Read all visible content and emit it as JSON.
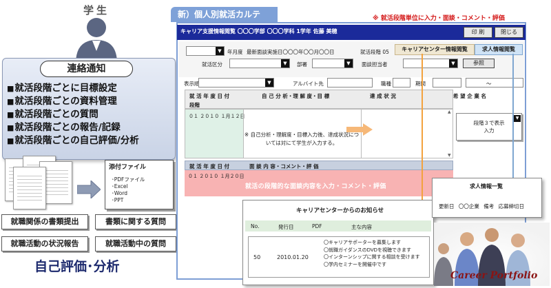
{
  "student": {
    "label": "学生"
  },
  "notice": {
    "title": "連絡通知",
    "items": [
      "就活段階ごとに目標設定",
      "就活段階ごとの資料管理",
      "就活段階ごとの質問",
      "就活段階ごとの報告/記録",
      "就活段階ごとの自己評価/分析"
    ]
  },
  "attachments": {
    "title": "添付ファイル",
    "items": [
      "･PDFファイル",
      "･Excel",
      "･Word",
      "･PPT"
    ]
  },
  "pills": [
    "就職関係の書類提出",
    "書類に関する質問",
    "就職活動の状況報告",
    "就職活動中の質問"
  ],
  "self_eval": "自己評価･分析",
  "karte": {
    "tab": "新）個人別就活カルテ",
    "red_note": "※ 就活段階単位に入力・面談・コメント・評価",
    "header_text": "キャリア支援情報閲覧 〇〇〇学部 〇〇〇学科 1学年 佐藤 美穂",
    "print": "印 刷",
    "close": "閉じる",
    "year_label": "年月度",
    "recent": "最新面談実施日〇〇〇年〇〇月〇〇日",
    "stage_label": "就活段階 05",
    "tab_cc": "キャリアセンター情報閲覧",
    "tab_job": "求人情報閲覧",
    "category": "就活区分",
    "dept": "部署",
    "interviewer": "面談担当者",
    "ref": "参照",
    "display_order": "表示順",
    "part_time": "アルバイト先",
    "job_type": "職種",
    "period": "期間",
    "tilde": "～",
    "grid": {
      "h1": "就 活  年 度  日 付",
      "h2": "段階",
      "h3": "自 己 分 析・理 解 度・目 標",
      "h4": "達 成 状 況",
      "h5": "希 望 企 業 名",
      "date": "０１  ２０１０ １月１２日",
      "note": "※ 自己分析・理解度・目標入力後、達成状況については対にて学生が入力する。",
      "stage_box_line1": "段階３で表示",
      "stage_box_line2": "入力",
      "arrow_down": "▼",
      "scroll_up": "▲",
      "scroll_down": "▼"
    },
    "interview": {
      "h1": "就 活  年 度  日 付",
      "h2": "面 談 内 容・コメント・評 価",
      "date": "０１  ２０１０ １月２０日",
      "text": "就活の段階的な面談内容を入力・コメント・評価"
    }
  },
  "career_center": {
    "title": "キャリアセンターからのお知らせ",
    "headers": [
      "No.",
      "発行日",
      "PDF",
      "主な内容"
    ],
    "row": {
      "no": "50",
      "date": "2010.01.20",
      "items": [
        "〇キャリアサポーターを募集します",
        "〇就職ガイダンスのDVDを視聴できます",
        "〇インターンシップに関する相談を受けます",
        "〇学内セミナーを開催中です"
      ]
    }
  },
  "job_listing": {
    "title": "求人情報一覧",
    "columns": "更新日 〇〇企業 備考 応募締切日"
  },
  "logo_text": "Career Portfolio",
  "colors": {
    "header_blue": "#1b2a9a",
    "tab_blue": "#7ea1d8",
    "red": "#d41818",
    "interview_pink": "#f8b3b3",
    "orange": "#f3a23d"
  }
}
